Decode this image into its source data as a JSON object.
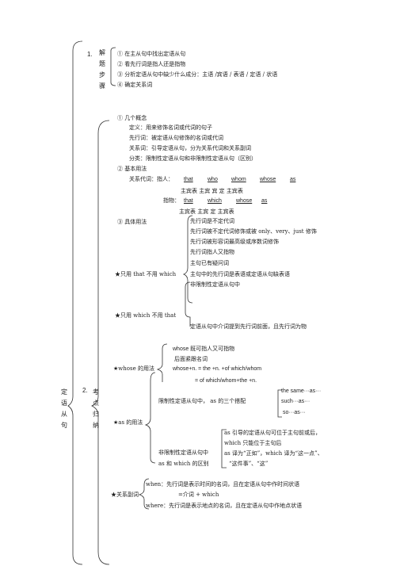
{
  "outer_label": [
    "定",
    "语",
    "从",
    "句"
  ],
  "section1": {
    "num": "1.",
    "label": [
      "解",
      "题",
      "步",
      "骤"
    ],
    "steps": [
      "①  在主从句中找出定语从句",
      "②  看先行词是指人还是指物",
      "③  分析定语从句中缺少什么成分：主语    /宾语 / 表语 / 定语 / 状语",
      "④  确定关系词"
    ]
  },
  "section2": {
    "num": "2.",
    "label": [
      "考",
      "点",
      "归",
      "纳"
    ],
    "concepts": {
      "header": "①  几个概念",
      "items": [
        "定义：用来修饰名词或代词的句子",
        "先行词：被定语从句修饰的名词或代词",
        "关系词：引导定语从句，分为关系代词和关系副词",
        "分类：限制性定语从句和非限制性定语从句（区别）"
      ]
    },
    "usage": {
      "header": "②  基本用法",
      "pron_label": "关系代词：指人：",
      "person": [
        "that",
        "who",
        "whom",
        "whose",
        "as"
      ],
      "person_roles": "主宾表     主宾       宾              定         主宾表",
      "thing_label": "指物：",
      "thing": [
        "that",
        "which",
        "whose",
        "as"
      ],
      "thing_roles": "主宾表       主宾        定      主宾表"
    },
    "specific": {
      "header": "③  具体用法"
    },
    "that_only": {
      "title": "★只用  that  不用  which",
      "items": [
        "先行词是不定代词",
        "先行词被不定代词修饰或被       only、very、just 修饰",
        "先行词被形容词最高级或序数词修饰",
        "先行词指人又指物",
        "主句已有疑问词",
        "主句中的先行词是表语或定语从句缺表语"
      ]
    },
    "which_only": {
      "title": "★只用   which  不用  that",
      "items": [
        "非限制性定语从句中",
        "定语从句中介词提到先行词前面，且先行词为物"
      ]
    },
    "whose": {
      "title": "★whose 的用法",
      "items": [
        "whose 既可指人又可指物",
        "后面紧跟名词",
        "whose+n. = the +n. +of which/whom",
        "= of which/whom+the +n."
      ]
    },
    "as": {
      "title": "★as 的用法",
      "restrictive_label": "限制性定语从句中，      as 的三个搭配",
      "collocations": [
        "the same···as···",
        "such···as···",
        "so···as···"
      ],
      "nonrestrictive_label": "非限制性定语从句中",
      "diff_label": "as  和  which  的区别",
      "diff_items": [
        "as 引导的定语从句可位于主句前或后，",
        "which 只能位于主句后",
        "as 译为“正如”，which  译为“这一点”、",
        "“这件事”、“这”"
      ]
    },
    "adverbs": {
      "title": "★关系副词",
      "when_line": "when：先行词是表示时间的名词，且在定语从句中作时间状语",
      "when_eq": "=介词    + which",
      "where_line": "where：先行词是表示地点的名词，且在定语从句中作地点状语"
    }
  }
}
